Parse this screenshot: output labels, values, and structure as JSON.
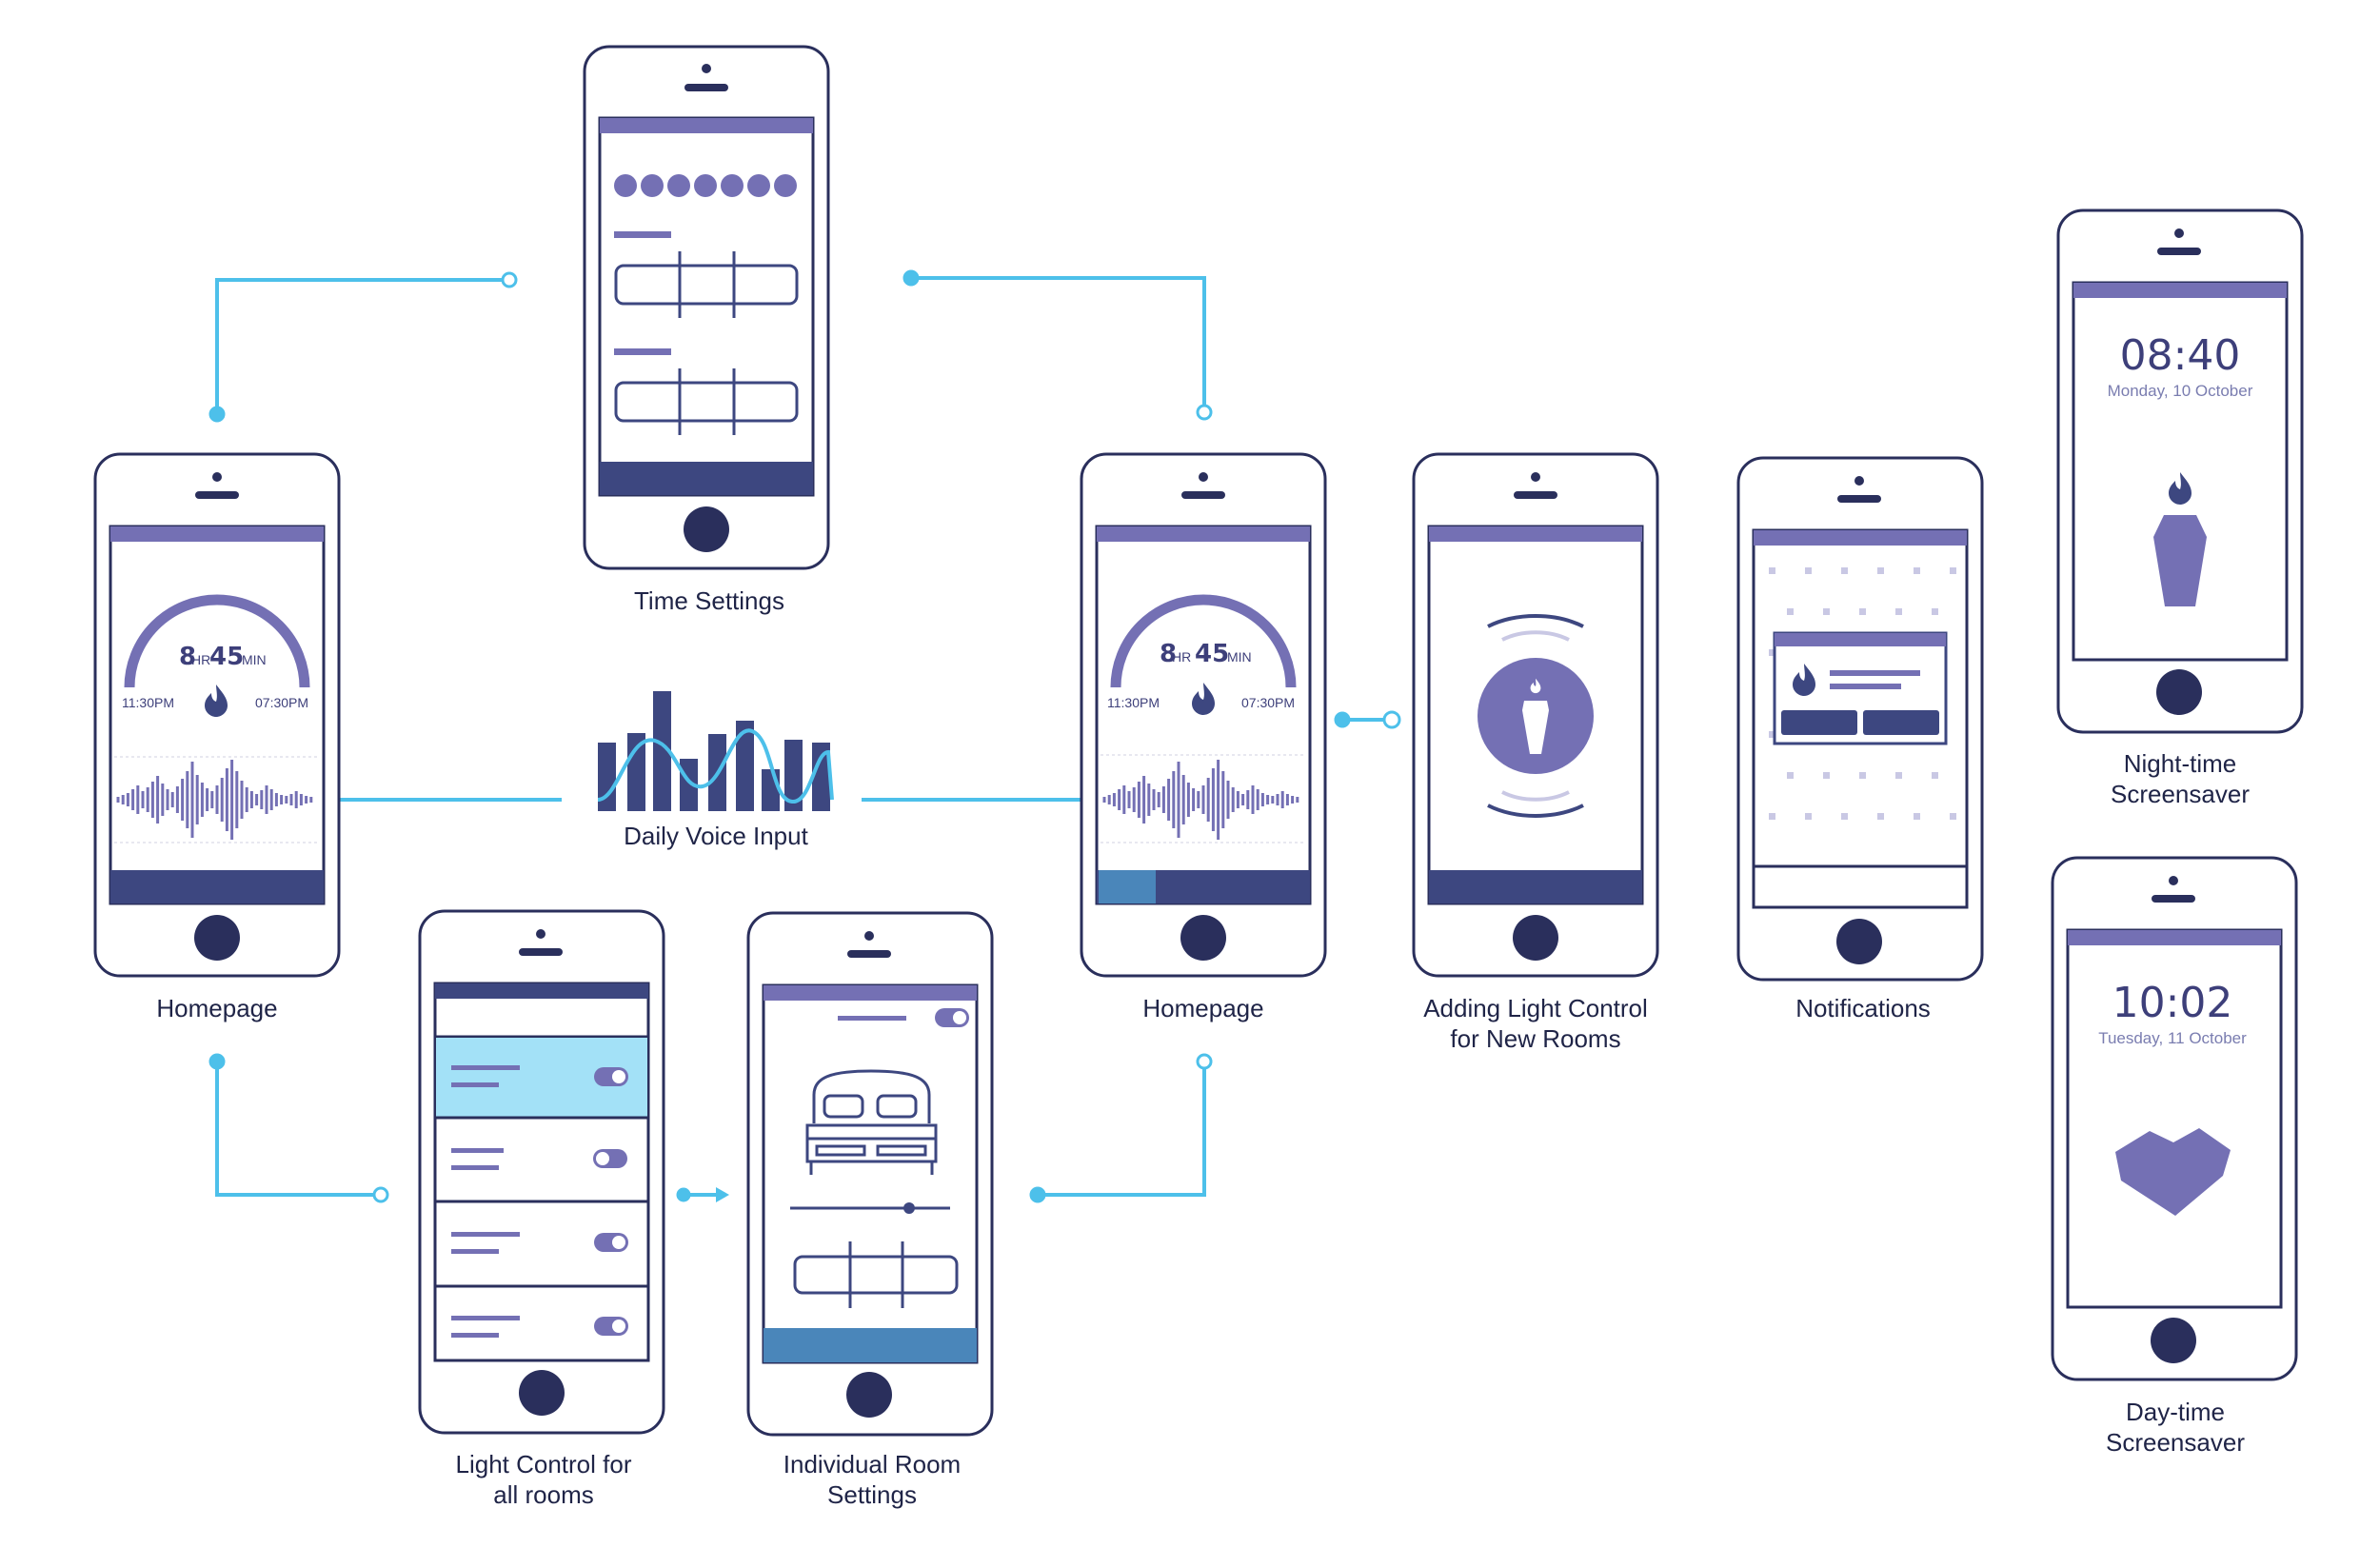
{
  "colors": {
    "navy": "#3d4780",
    "purple": "#7470b4",
    "cyan": "#4dc0ea",
    "light_cyan": "#a3e1f7",
    "blue": "#4a86ba",
    "outline": "#2a2f5c"
  },
  "labels": {
    "time_settings": "Time Settings",
    "homepage_left": "Homepage",
    "homepage_right": "Homepage",
    "daily_voice_input": "Daily Voice Input",
    "adding_light_line1": "Adding Light Control",
    "adding_light_line2": "for New Rooms",
    "notifications": "Notifications",
    "night_line1": "Night-time",
    "night_line2": "Screensaver",
    "day_line1": "Day-time",
    "day_line2": "Screensaver",
    "light_all_line1": "Light Control for",
    "light_all_line2": "all rooms",
    "room_line1": "Individual Room",
    "room_line2": "Settings"
  },
  "homepage": {
    "hours": "8",
    "hr_unit": "HR",
    "minutes": "45",
    "min_unit": "MIN",
    "start_time": "11:30PM",
    "end_time": "07:30PM"
  },
  "night": {
    "time": "08:40",
    "date": "Monday, 10 October"
  },
  "day": {
    "time": "10:02",
    "date": "Tuesday, 11 October"
  }
}
